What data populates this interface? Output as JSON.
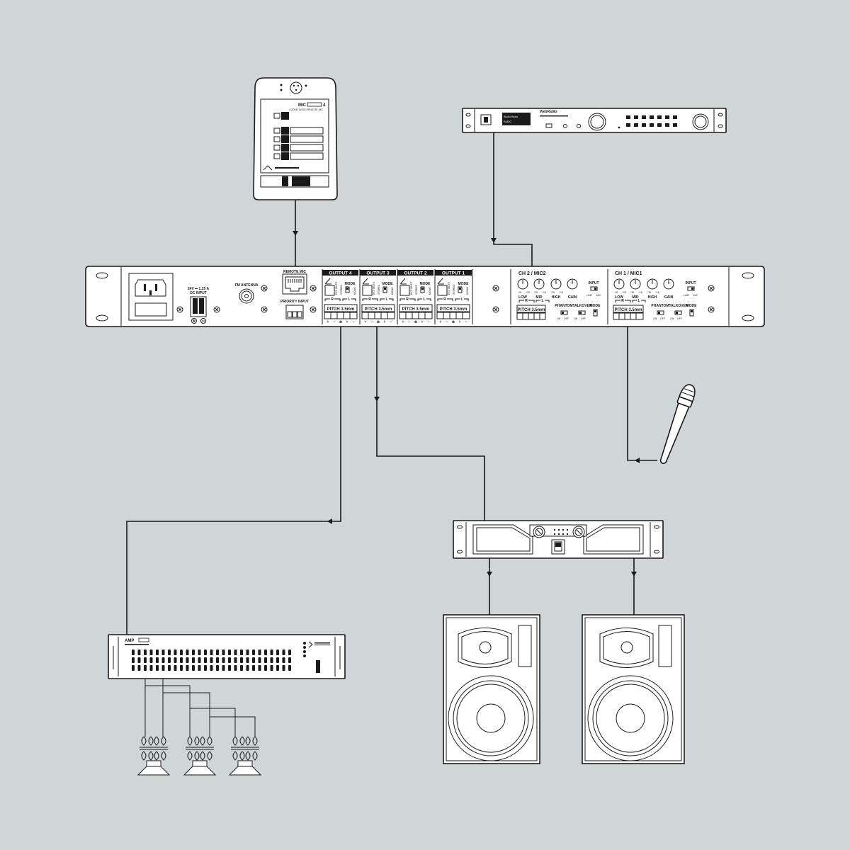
{
  "remote_mic": {
    "model_prefix": "MIC",
    "model_suffix": "4",
    "subtitle": "4-ZONE AUDIO REMOTE MIC"
  },
  "web_radio": {
    "brand": "WebRadio",
    "display_line1": "Studio Radio",
    "display_line2": "RADIO"
  },
  "mixer": {
    "remote_mic_label": "REMOTE MIC",
    "fm_antenna_label": "FM ANTENNA",
    "priority_input_label": "PRIORITY INPUT",
    "dc_line1": "24V ⎓ 1.25 A",
    "dc_line2": "DC INPUT",
    "outputs": [
      {
        "label": "OUTPUT 4"
      },
      {
        "label": "OUTPUT 3"
      },
      {
        "label": "OUTPUT 2"
      },
      {
        "label": "OUTPUT 1"
      }
    ],
    "output_mode_label": "MODE",
    "ext_mute_label": "EXT. MUTE",
    "stereo_label": "STEREO",
    "mono_label": "MONO",
    "pitch_label": "PITCH 3.5mm",
    "polarity_labels": [
      "+",
      "−",
      "⊕",
      "+",
      "−"
    ],
    "channels": [
      {
        "label": "CH 2 / MIC2"
      },
      {
        "label": "CH 1 / MIC1"
      }
    ],
    "eq_labels": [
      "LOW",
      "MID",
      "HIGH",
      "GAIN"
    ],
    "eq_scale": [
      "-15",
      "+15"
    ],
    "input_label": "INPUT",
    "line_label": "LINE",
    "mic_label": "MIC",
    "phantom_label": "PHANTOM",
    "talkover_label": "TALKOVER",
    "on_label": "ON",
    "off_label": "OFF",
    "rl_labels": [
      "R",
      "L"
    ]
  },
  "amp": {
    "brand": "AMP"
  }
}
